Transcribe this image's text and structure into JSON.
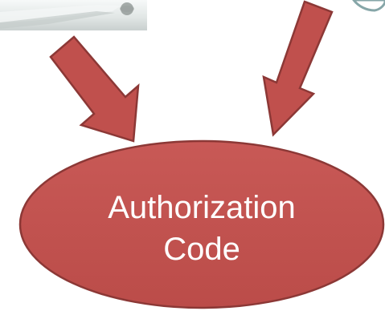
{
  "diagram": {
    "target": {
      "label_line1": "Authorization",
      "label_line2": "Code"
    },
    "arrow_count": 2
  },
  "colors": {
    "shape_fill": "#c0504d",
    "shape_stroke": "#8c3836",
    "text": "#ffffff",
    "background": "#ffffff"
  }
}
